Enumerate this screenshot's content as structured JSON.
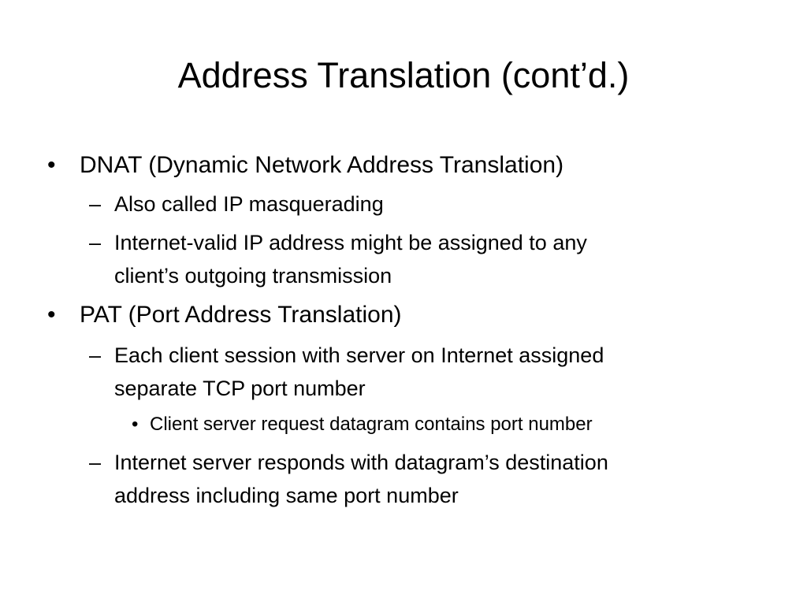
{
  "slide": {
    "title": "Address Translation (cont’d.)",
    "bullet_char": "•",
    "dash_char": "–",
    "items": [
      {
        "text": "DNAT (Dynamic Network Address Translation)"
      },
      {
        "text": "Also called IP masquerading"
      },
      {
        "line1": "Internet-valid IP address might be assigned to any",
        "line2": "client’s outgoing transmission"
      },
      {
        "text": "PAT (Port Address Translation)"
      },
      {
        "line1": "Each client session with server on Internet assigned",
        "line2": "separate TCP port number"
      },
      {
        "text": "Client server request datagram contains port number"
      },
      {
        "line1": "Internet server responds with datagram’s destination",
        "line2": "address including same port number"
      }
    ]
  }
}
